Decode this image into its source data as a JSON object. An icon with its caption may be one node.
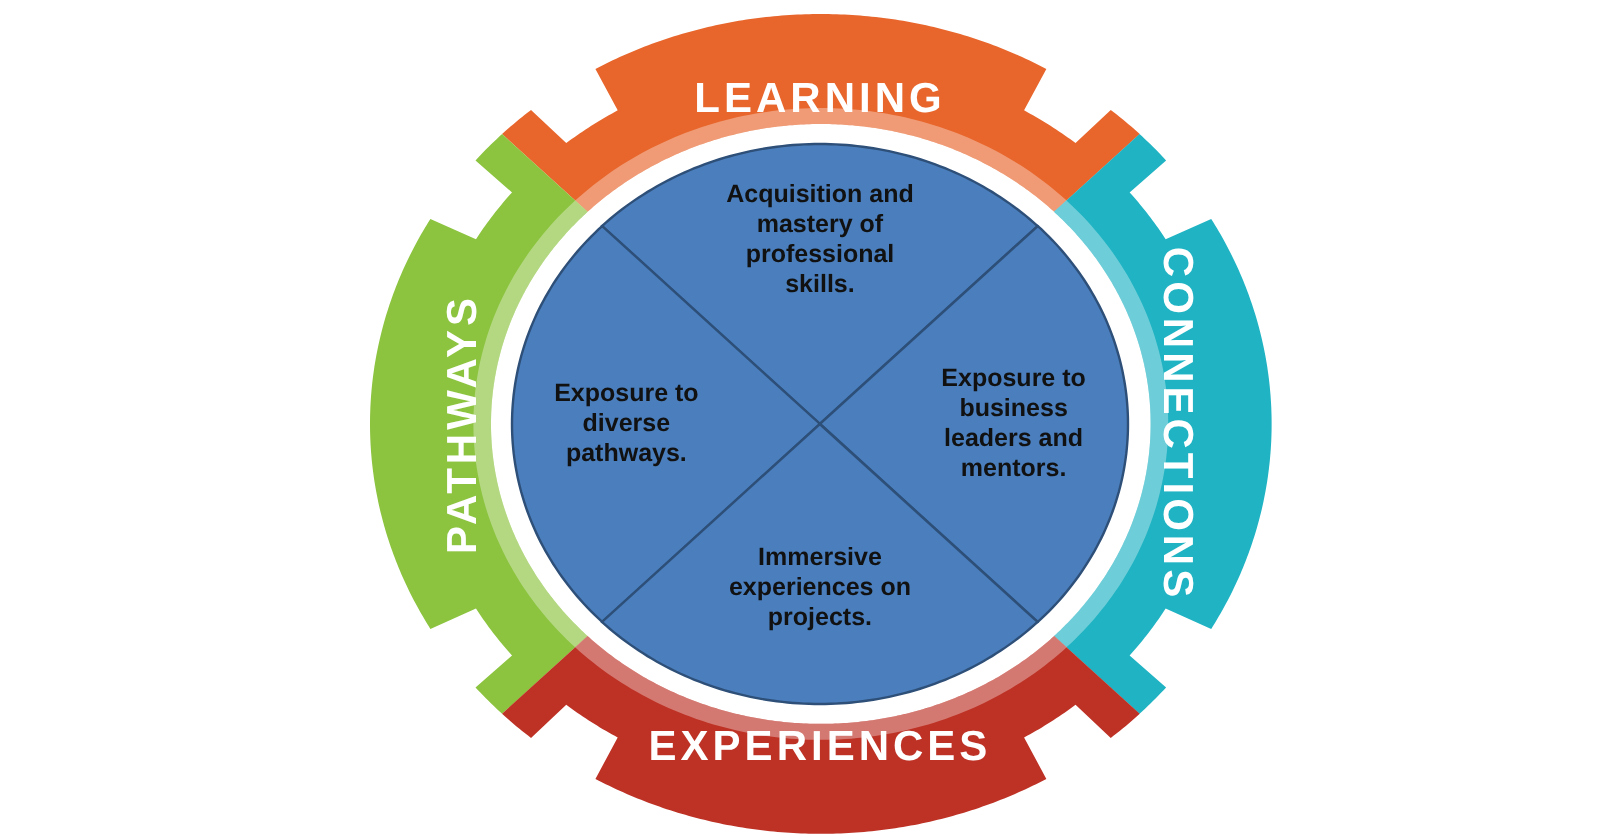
{
  "diagram": {
    "nodes": [
      {
        "text": [
          "LEARNING"
        ]
      },
      {
        "text": [
          "PATHWAYS"
        ]
      },
      {
        "text": [
          "CONNECTIONS"
        ]
      },
      {
        "text": [
          "Acquisition and mastery of professional skills."
        ]
      },
      {
        "text": [
          "Exposure to diverse pathways."
        ]
      },
      {
        "text": [
          "Exposure to business leaders and mentors."
        ]
      },
      {
        "text": [
          "Immersive experiences on projects."
        ]
      },
      {
        "text": [
          "EXPERIENCES"
        ]
      }
    ]
  }
}
